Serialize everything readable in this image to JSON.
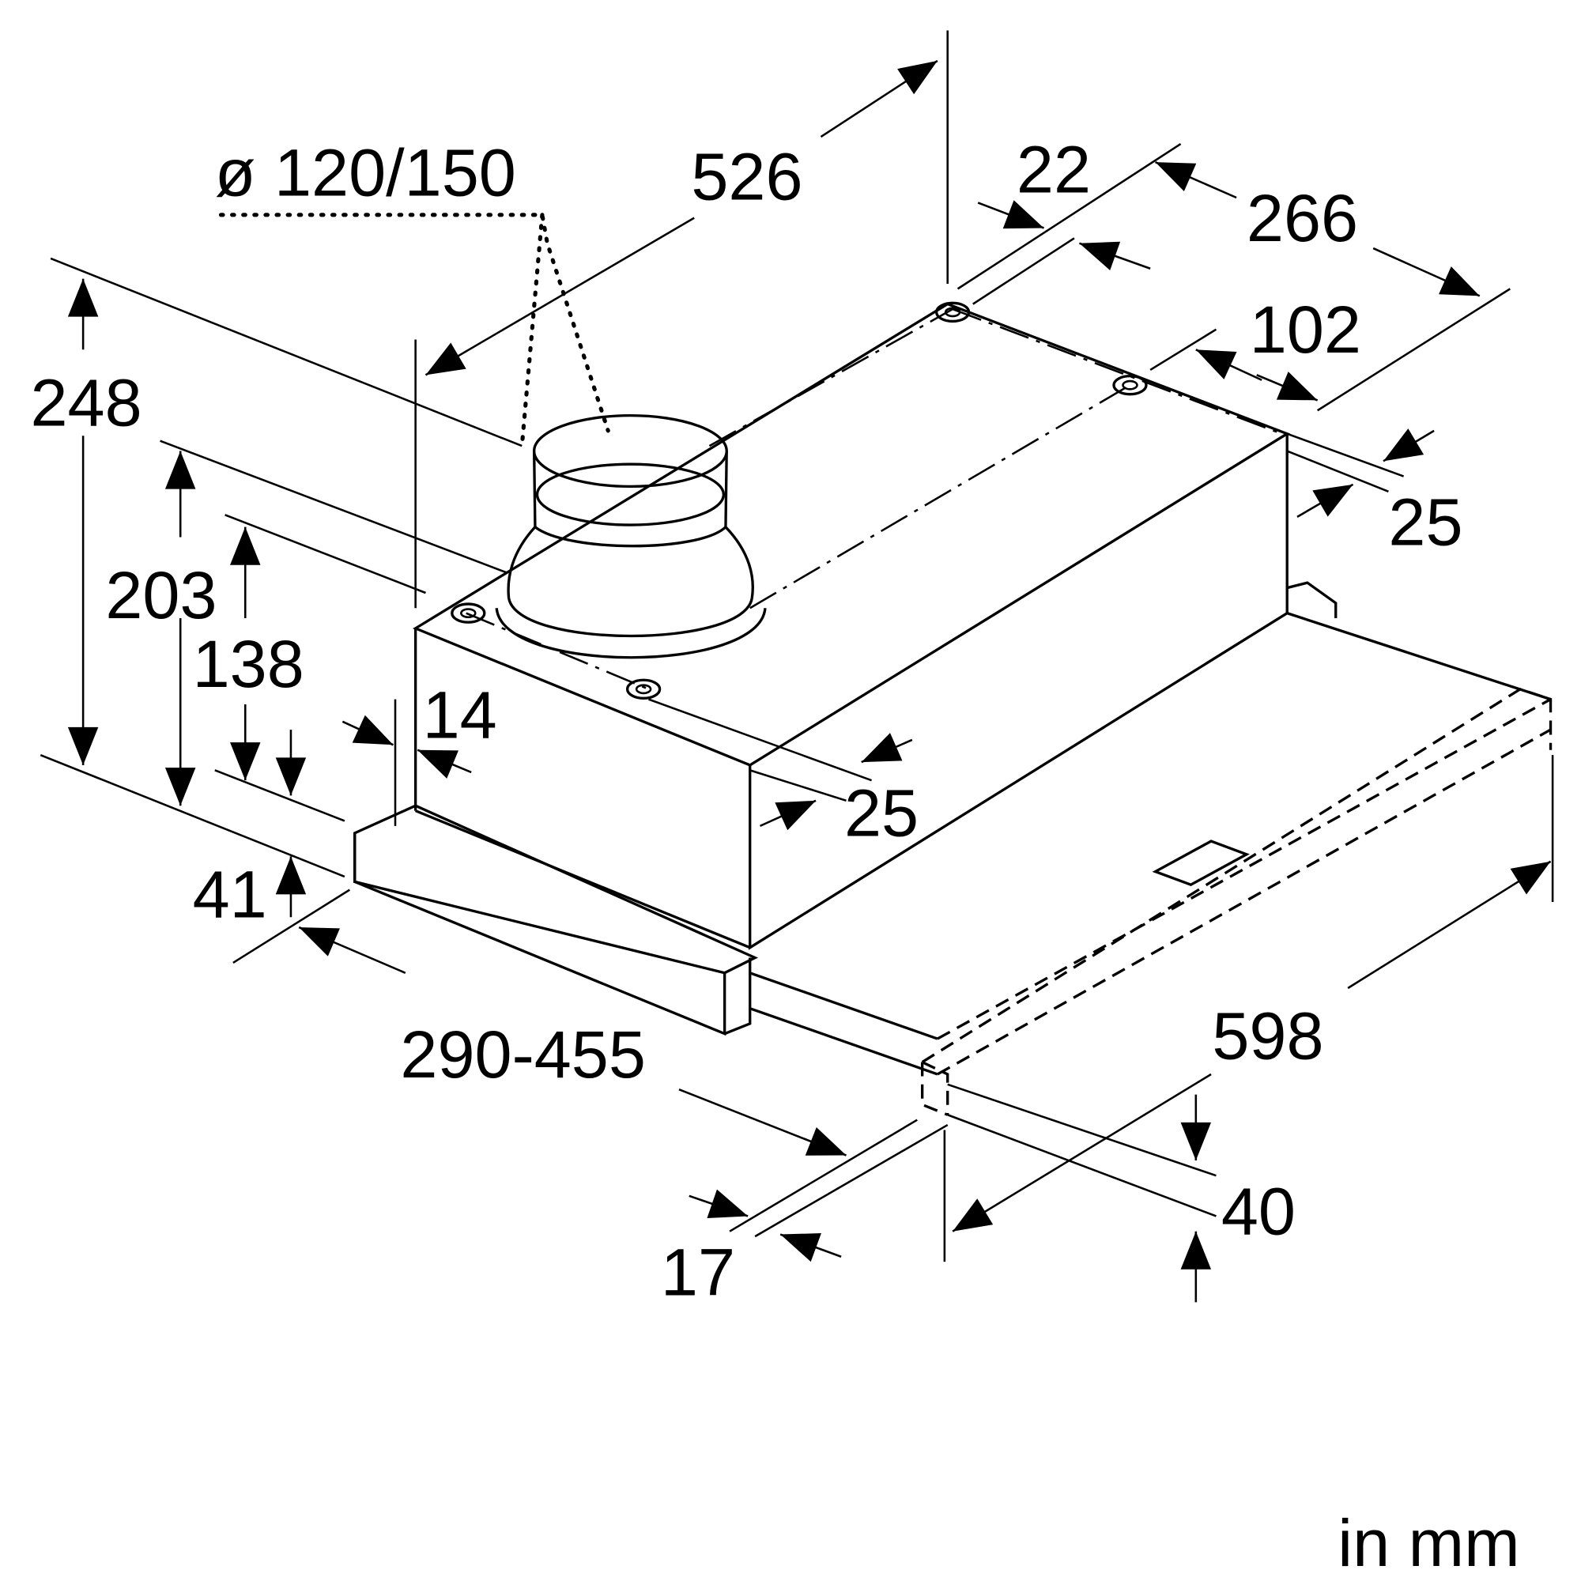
{
  "diagram": {
    "unit_note": "in mm",
    "dimensions": {
      "duct_diameter": "ø 120/150",
      "depth_body": "526",
      "d22": "22",
      "d266": "266",
      "d102": "102",
      "d25_right": "25",
      "height_total": "248",
      "h203": "203",
      "h138": "138",
      "d14": "14",
      "d25_front": "25",
      "h41": "41",
      "extension": "290-455",
      "width": "598",
      "h40": "40",
      "d17": "17"
    }
  }
}
